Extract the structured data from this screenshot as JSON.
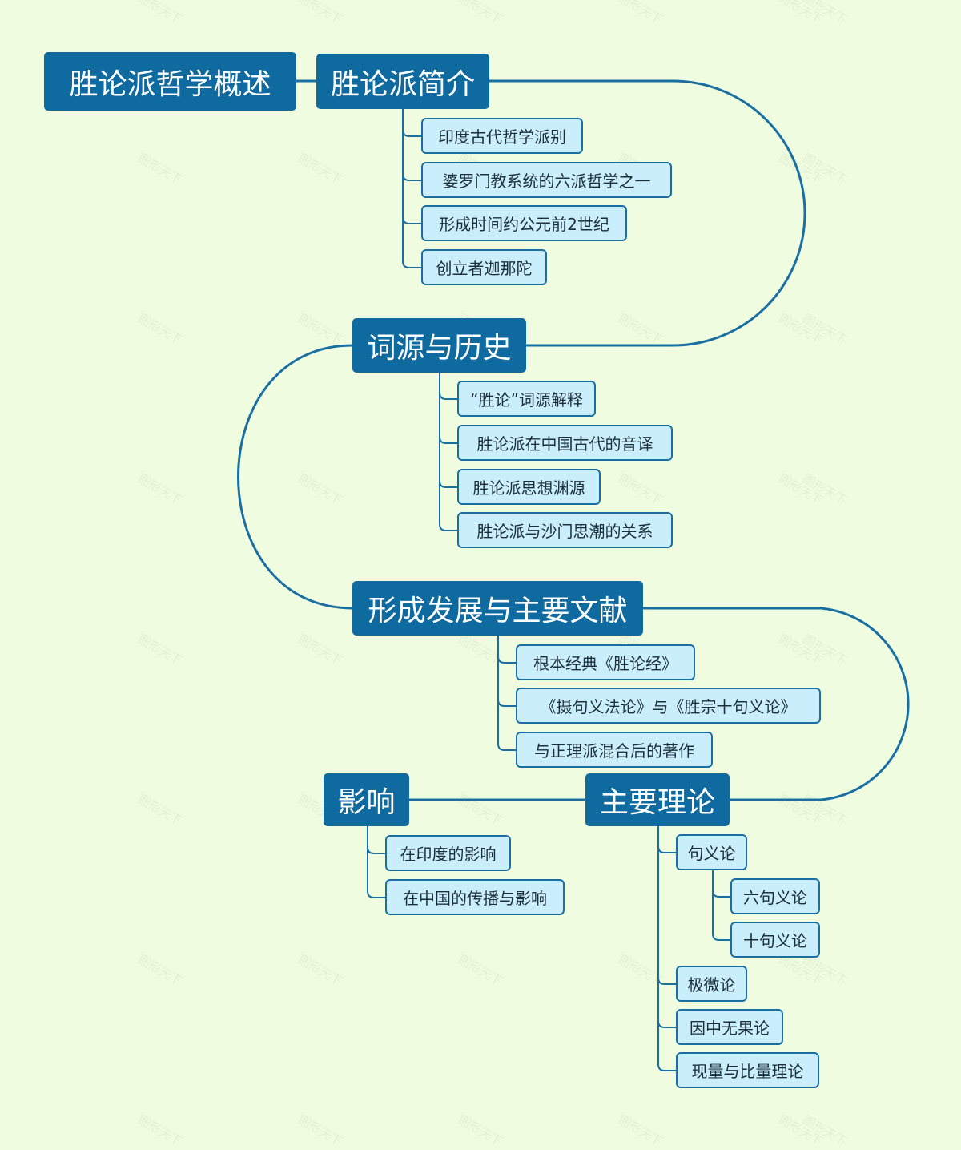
{
  "root": {
    "label": "胜论派哲学概述"
  },
  "topics": [
    {
      "label": "胜论派简介",
      "children": [
        {
          "label": "印度古代哲学派别"
        },
        {
          "label": "婆罗门教系统的六派哲学之一"
        },
        {
          "label": "形成时间约公元前2世纪"
        },
        {
          "label": "创立者迦那陀"
        }
      ]
    },
    {
      "label": "词源与历史",
      "children": [
        {
          "label": "“胜论”词源解释"
        },
        {
          "label": "胜论派在中国古代的音译"
        },
        {
          "label": "胜论派思想渊源"
        },
        {
          "label": "胜论派与沙门思潮的关系"
        }
      ]
    },
    {
      "label": "形成发展与主要文献",
      "children": [
        {
          "label": "根本经典《胜论经》"
        },
        {
          "label": "《摄句义法论》与《胜宗十句义论》"
        },
        {
          "label": "与正理派混合后的著作"
        }
      ]
    },
    {
      "label": "主要理论",
      "children": [
        {
          "label": "句义论",
          "children": [
            {
              "label": "六句义论"
            },
            {
              "label": "十句义论"
            }
          ]
        },
        {
          "label": "极微论"
        },
        {
          "label": "因中无果论"
        },
        {
          "label": "现量与比量理论"
        }
      ]
    },
    {
      "label": "影响",
      "children": [
        {
          "label": "在印度的影响"
        },
        {
          "label": "在中国的传播与影响"
        }
      ]
    }
  ],
  "watermark": {
    "text": "图形天下"
  },
  "colors": {
    "background": "#effcdf",
    "main_fill": "#0f6aa0",
    "sub_fill": "#cbeefd",
    "sub_border": "#1a6fa2",
    "connector": "#1a6fa2"
  }
}
